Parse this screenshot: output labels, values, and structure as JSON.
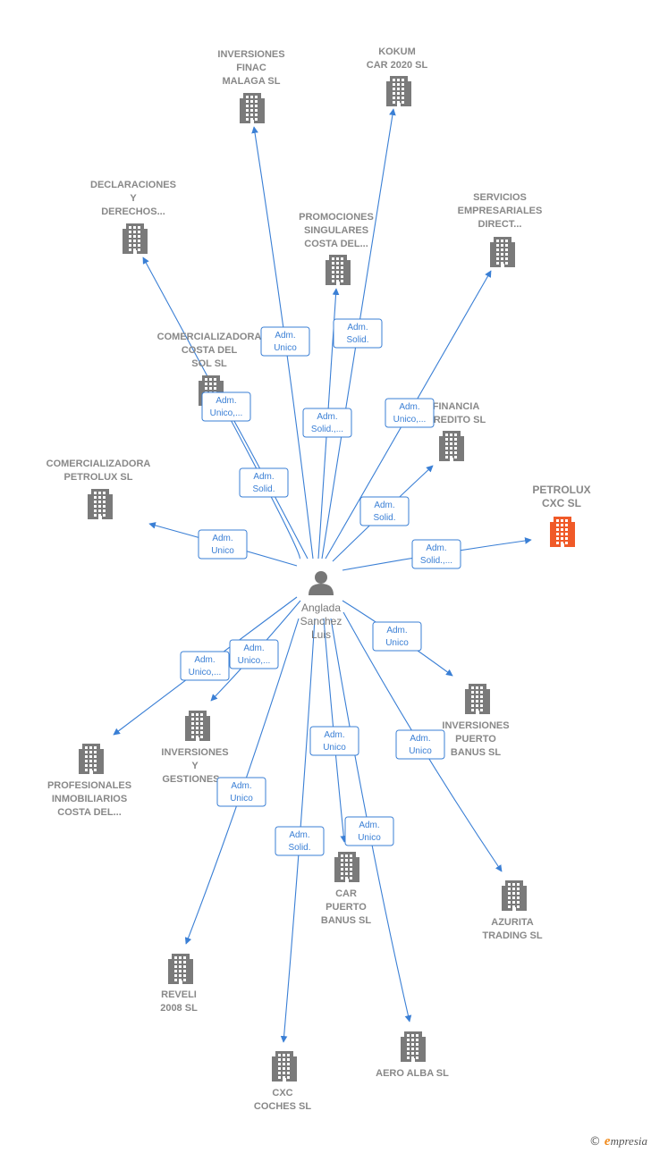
{
  "colors": {
    "edge": "#3a7fd5",
    "building": "#7a7a7a",
    "building_highlight": "#f05a28",
    "person": "#777777",
    "brand_accent": "#f08a1c"
  },
  "center": {
    "icon": "person-icon",
    "lines": [
      "Anglada",
      "Sanchez",
      "Luis"
    ]
  },
  "nodes": [
    {
      "id": "inv-finac",
      "lines": [
        "INVERSIONES",
        "FINAC",
        "MALAGA SL"
      ],
      "highlight": false
    },
    {
      "id": "kokum",
      "lines": [
        "KOKUM",
        "CAR 2020 SL"
      ],
      "highlight": false
    },
    {
      "id": "declaraciones",
      "lines": [
        "DECLARACIONES",
        "Y",
        "DERECHOS..."
      ],
      "highlight": false
    },
    {
      "id": "promociones",
      "lines": [
        "PROMOCIONES",
        "SINGULARES",
        "COSTA DEL..."
      ],
      "highlight": false
    },
    {
      "id": "servicios",
      "lines": [
        "SERVICIOS",
        "EMPRESARIALES",
        "DIRECT..."
      ],
      "highlight": false
    },
    {
      "id": "comercializadora-costa",
      "lines": [
        "COMERCIALIZADORA",
        "COSTA DEL",
        "SOL  SL"
      ],
      "highlight": false
    },
    {
      "id": "financia",
      "lines": [
        "FINANCIA",
        "CREDITO SL"
      ],
      "highlight": false
    },
    {
      "id": "comercializadora-petrolux",
      "lines": [
        "COMERCIALIZADORA",
        "PETROLUX  SL"
      ],
      "highlight": false
    },
    {
      "id": "petrolux",
      "lines": [
        "PETROLUX",
        "CXC  SL"
      ],
      "highlight": true
    },
    {
      "id": "inversiones-puerto",
      "lines": [
        "INVERSIONES",
        "PUERTO",
        "BANUS SL"
      ],
      "highlight": false
    },
    {
      "id": "inversiones-gestiones",
      "lines": [
        "INVERSIONES",
        "Y",
        "GESTIONES..."
      ],
      "highlight": false
    },
    {
      "id": "profesionales",
      "lines": [
        "PROFESIONALES",
        "INMOBILIARIOS",
        "COSTA DEL..."
      ],
      "highlight": false
    },
    {
      "id": "car-puerto",
      "lines": [
        "CAR",
        "PUERTO",
        "BANUS SL"
      ],
      "highlight": false
    },
    {
      "id": "azurita",
      "lines": [
        "AZURITA",
        "TRADING  SL"
      ],
      "highlight": false
    },
    {
      "id": "reveli",
      "lines": [
        "REVELI",
        "2008 SL"
      ],
      "highlight": false
    },
    {
      "id": "aero-alba",
      "lines": [
        "AERO ALBA SL"
      ],
      "highlight": false
    },
    {
      "id": "cxc-coches",
      "lines": [
        "CXC",
        "COCHES  SL"
      ],
      "highlight": false
    }
  ],
  "edges": [
    {
      "to": "inv-finac",
      "lines": [
        "Adm.",
        "Unico"
      ]
    },
    {
      "to": "kokum",
      "lines": [
        "Adm.",
        "Solid."
      ]
    },
    {
      "to": "declaraciones",
      "lines": [
        "Adm.",
        "Solid."
      ]
    },
    {
      "to": "promociones",
      "lines": [
        "Adm.",
        "Solid.,..."
      ]
    },
    {
      "to": "servicios",
      "lines": [
        "Adm.",
        "Unico,..."
      ]
    },
    {
      "to": "comercializadora-costa",
      "lines": [
        "Adm.",
        "Unico,..."
      ]
    },
    {
      "to": "financia",
      "lines": [
        "Adm.",
        "Solid."
      ]
    },
    {
      "to": "comercializadora-petrolux",
      "lines": [
        "Adm.",
        "Unico"
      ]
    },
    {
      "to": "petrolux",
      "lines": [
        "Adm.",
        "Solid.,..."
      ]
    },
    {
      "to": "inversiones-puerto",
      "lines": [
        "Adm.",
        "Unico"
      ]
    },
    {
      "to": "inversiones-gestiones",
      "lines": [
        "Adm.",
        "Unico,..."
      ]
    },
    {
      "to": "profesionales",
      "lines": [
        "Adm.",
        "Unico,..."
      ]
    },
    {
      "to": "car-puerto",
      "lines": [
        "Adm.",
        "Unico"
      ]
    },
    {
      "to": "azurita",
      "lines": [
        "Adm.",
        "Unico"
      ]
    },
    {
      "to": "reveli",
      "lines": [
        "Adm.",
        "Unico"
      ]
    },
    {
      "to": "aero-alba",
      "lines": [
        "Adm.",
        "Unico"
      ]
    },
    {
      "to": "cxc-coches",
      "lines": [
        "Adm.",
        "Solid."
      ]
    }
  ],
  "footer": {
    "copyright": "©",
    "brand_initial": "e",
    "brand_rest": "mpresia"
  }
}
